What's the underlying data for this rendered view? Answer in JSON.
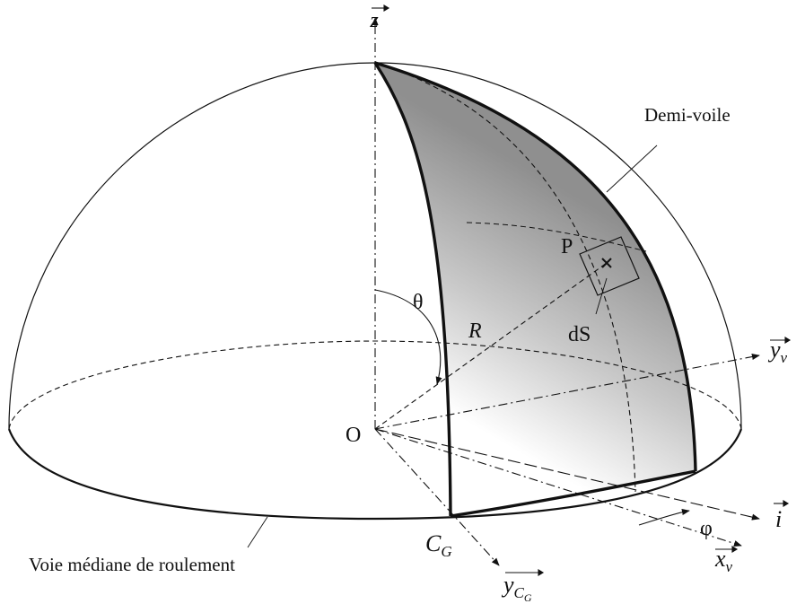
{
  "labels": {
    "z_axis": "z",
    "demi_voile": "Demi-voile",
    "point_p": "P",
    "d_s": "dS",
    "theta": "θ",
    "radius": "R",
    "origin": "O",
    "y_v": "y",
    "y_v_sub": "v",
    "i_vec": "i",
    "phi": "φ",
    "x_v": "x",
    "x_v_sub": "v",
    "c_g": "C",
    "c_g_sub": "G",
    "y_cg": "y",
    "y_cg_sub": "C",
    "y_cg_subsub": "G",
    "voie": "Voie médiane de roulement"
  },
  "colors": {
    "ink": "#111111",
    "shade_dark": "#8f8f8f",
    "shade_light": "#ffffff"
  }
}
